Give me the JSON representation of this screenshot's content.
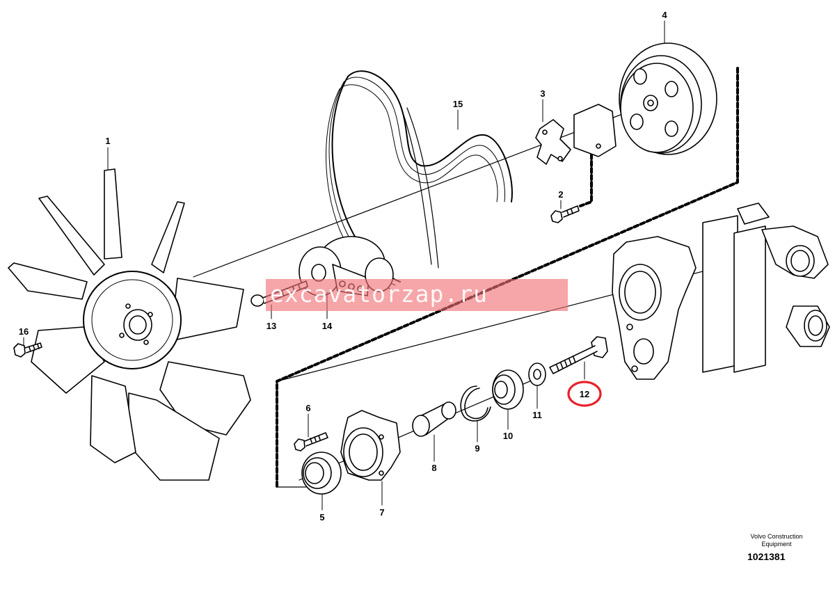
{
  "diagram": {
    "part_labels": {
      "p1": "1",
      "p2": "2",
      "p3": "3",
      "p4": "4",
      "p5": "5",
      "p6": "6",
      "p7": "7",
      "p8": "8",
      "p9": "9",
      "p10": "10",
      "p11": "11",
      "p12": "12",
      "p13": "13",
      "p14": "14",
      "p15": "15",
      "p16": "16"
    },
    "highlighted_part": "12",
    "highlight_color": "#e8202a",
    "watermark": {
      "text": "excavatorzap.ru",
      "color": "#f06e73"
    },
    "brand": {
      "line1": "Volvo Construction",
      "line2": "Equipment"
    },
    "document_number": "1021381"
  }
}
